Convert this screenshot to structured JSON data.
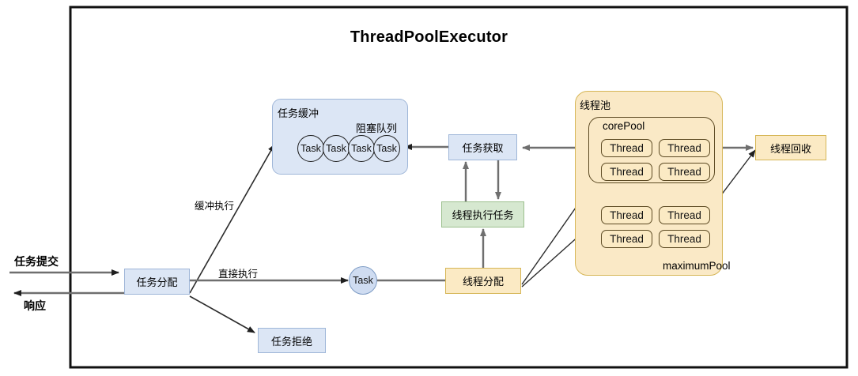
{
  "diagram": {
    "title": "ThreadPoolExecutor",
    "outer_frame": {
      "name": "executor-boundary"
    },
    "io_labels": {
      "submit": "任务提交",
      "response": "响应"
    },
    "nodes": {
      "task_dispatch": "任务分配",
      "task_reject": "任务拒绝",
      "task_buffer_title": "任务缓冲",
      "blocking_queue_label": "阻塞队列",
      "queue_items": [
        "Task",
        "Task",
        "Task",
        "Task"
      ],
      "task_node": "Task",
      "task_fetch": "任务获取",
      "thread_exec_task": "线程执行任务",
      "thread_dispatch": "线程分配",
      "thread_pool_title": "线程池",
      "core_pool_label": "corePool",
      "maximum_pool_label": "maximumPool",
      "core_threads": [
        "Thread",
        "Thread",
        "Thread",
        "Thread"
      ],
      "max_threads": [
        "Thread",
        "Thread",
        "Thread",
        "Thread"
      ],
      "thread_recycle": "线程回收"
    },
    "edge_labels": {
      "buffered_exec": "缓冲执行",
      "direct_exec": "直接执行"
    },
    "colors": {
      "blue_fill": "#dce6f5",
      "blue_stroke": "#9fb6d8",
      "green_fill": "#d6e8d0",
      "green_stroke": "#9cc08e",
      "amber_fill": "#fbeac4",
      "amber_stroke": "#d6b656",
      "pool_fill": "#fae9c6",
      "pool_inner_stroke": "#5c4a23",
      "arrow_gray": "#7f7f7f",
      "arrow_dark": "#2b2b2b",
      "frame": "#000000"
    }
  }
}
